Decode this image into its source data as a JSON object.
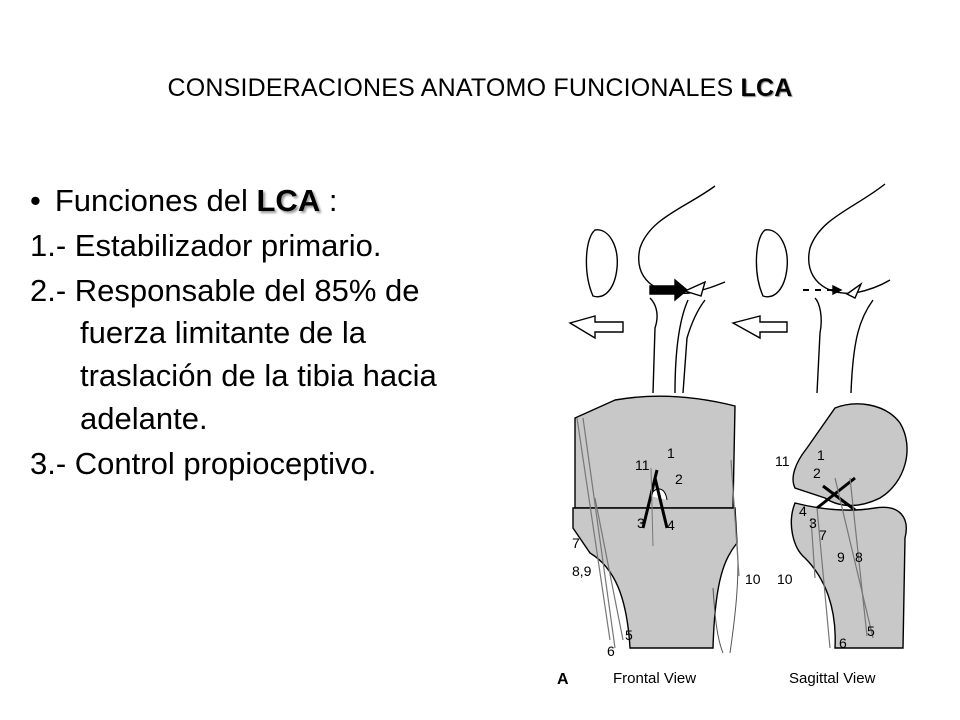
{
  "slide": {
    "title_main": "CONSIDERACIONES ANATOMO FUNCIONALES",
    "title_lca": "LCA",
    "bullet_prefix": "Funciones del",
    "bullet_lca": "LCA",
    "bullet_suffix": ":",
    "item1": "1.- Estabilizador primario.",
    "item2_line1": "2.- Responsable del 85% de",
    "item2_line2": "fuerza limitante de la",
    "item2_line3": "traslación de la tibia hacia",
    "item2_line4": "adelante.",
    "item3": "3.- Control propioceptivo."
  },
  "figure": {
    "panel_label": "A",
    "frontal_caption": "Frontal View",
    "sagittal_caption": "Sagittal View",
    "frontal_labels": {
      "l1": "1",
      "l2": "2",
      "l3": "3",
      "l4": "4",
      "l5": "5",
      "l6": "6",
      "l7": "7",
      "l89": "8,9",
      "l10": "10",
      "l11": "11"
    },
    "sagittal_labels": {
      "l1": "1",
      "l2": "2",
      "l3": "3",
      "l4": "4",
      "l5": "5",
      "l6": "6",
      "l7": "7",
      "l8": "8",
      "l9": "9",
      "l10": "10",
      "l11": "11"
    }
  }
}
